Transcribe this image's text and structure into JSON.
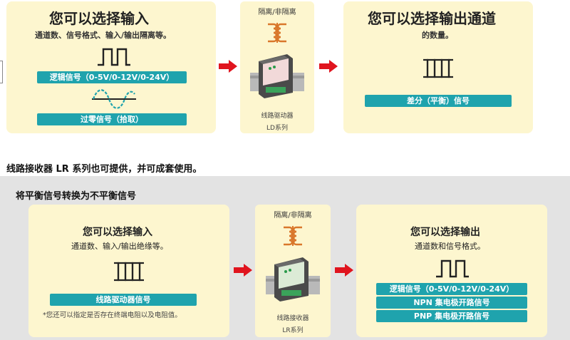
{
  "top": {
    "input_card": {
      "title": "您可以选择输入",
      "subtitle": "通道数、信号格式、输入/输出隔离等。",
      "pill_logic": "逻辑信号（0-5V/0-12V/0-24V）",
      "pill_zero": "过零信号（拾取）"
    },
    "middle": {
      "top_label": "隔离/非隔离",
      "device_name": "线路驱动器",
      "series": "LD系列"
    },
    "output_card": {
      "title": "您可以选择输出通道",
      "subtitle": "的数量。",
      "pill_diff": "差分（平衡）信号"
    }
  },
  "note_line": "线路接收器 LR 系列也可提供，并可成套使用。",
  "bottom": {
    "section_title": "将平衡信号转换为不平衡信号",
    "input_card": {
      "title": "您可以选择输入",
      "subtitle": "通道数、输入/输出绝缘等。",
      "pill_driver": "线路驱动器信号",
      "footnote": "*您还可以指定是否存在终端电阻以及电阻值。"
    },
    "middle": {
      "top_label": "隔离/非隔离",
      "device_name": "线路接收器",
      "series": "LR系列"
    },
    "output_card": {
      "title": "您可以选择输出",
      "subtitle": "通道数和信号格式。",
      "pill_logic": "逻辑信号（0-5V/0-12V/0-24V）",
      "pill_npn": "NPN 集电极开路信号",
      "pill_pnp": "PNP 集电极开路信号"
    }
  },
  "colors": {
    "card_bg": "#fdf6cf",
    "pill_teal": "#1fa3ad",
    "arrow_red": "#e0141e",
    "transformer_orange": "#d9772b",
    "panel_gray": "#e3e3e3"
  }
}
